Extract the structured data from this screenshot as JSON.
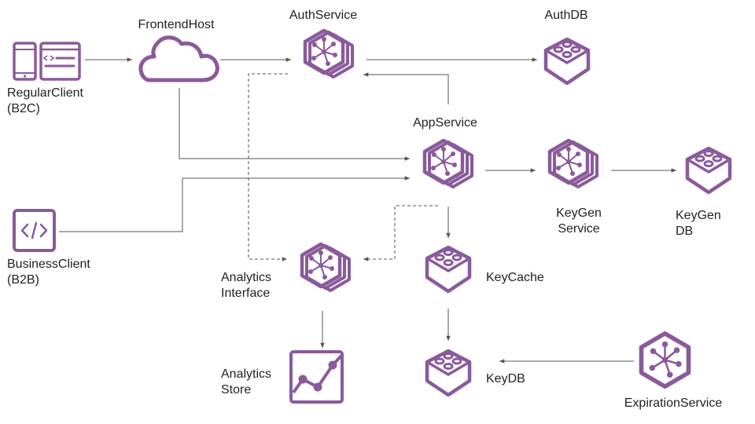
{
  "accent_color": "#8a5a9b",
  "edge_color": "#555555",
  "nodes": {
    "regular_client": {
      "line1": "RegularClient",
      "line2": "(B2C)",
      "icon": "devices-icon"
    },
    "frontend_host": {
      "label": "FrontendHost",
      "icon": "cloud-icon"
    },
    "auth_service": {
      "label": "AuthService",
      "icon": "service-stack-icon"
    },
    "auth_db": {
      "label": "AuthDB",
      "icon": "database-icon"
    },
    "app_service": {
      "label": "AppService",
      "icon": "service-stack-icon"
    },
    "keygen_service": {
      "line1": "KeyGen",
      "line2": "Service",
      "icon": "service-stack-icon"
    },
    "keygen_db": {
      "line1": "KeyGen",
      "line2": "DB",
      "icon": "database-icon"
    },
    "business_client": {
      "line1": "BusinessClient",
      "line2": "(B2B)",
      "icon": "code-icon"
    },
    "analytics_interface": {
      "line1": "Analytics",
      "line2": "Interface",
      "icon": "service-stack-icon"
    },
    "key_cache": {
      "label": "KeyCache",
      "icon": "database-icon"
    },
    "analytics_store": {
      "line1": "Analytics",
      "line2": "Store",
      "icon": "line-chart-icon"
    },
    "key_db": {
      "label": "KeyDB",
      "icon": "database-icon"
    },
    "expiration_service": {
      "label": "ExpirationService",
      "icon": "service-icon"
    }
  }
}
